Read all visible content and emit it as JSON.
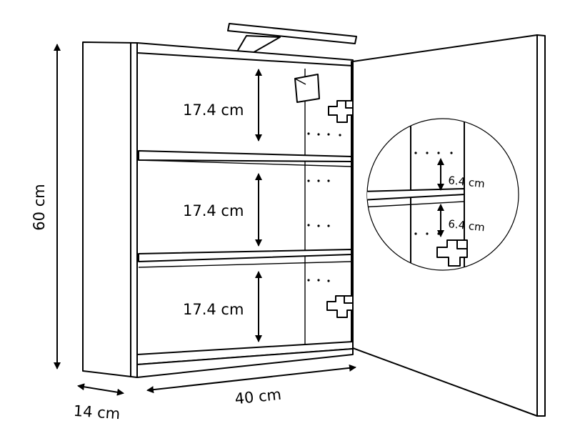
{
  "labels": {
    "height": "60 cm",
    "depth": "14 cm",
    "width": "40 cm",
    "shelf_gap_1": "17.4 cm",
    "shelf_gap_2": "17.4 cm",
    "shelf_gap_3": "17.4 cm",
    "detail_gap_1": "6.4 cm",
    "detail_gap_2": "6.4 cm"
  }
}
